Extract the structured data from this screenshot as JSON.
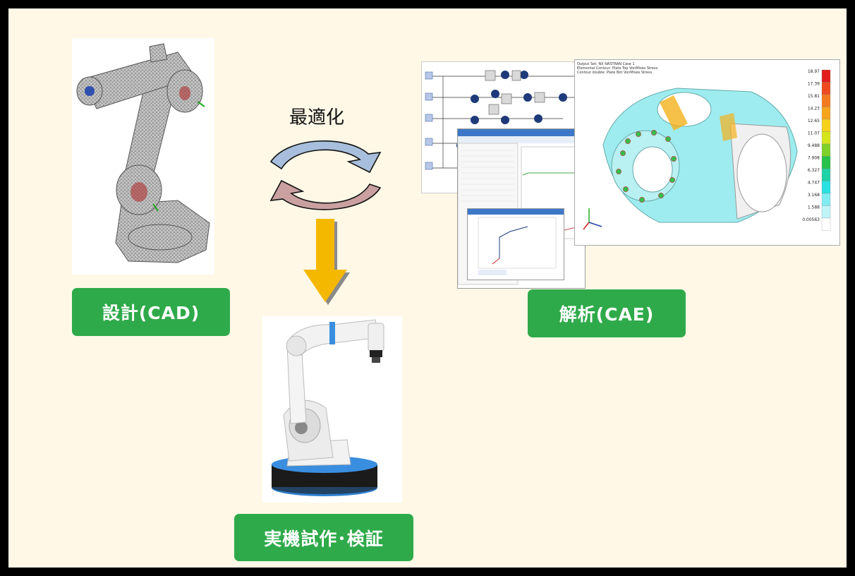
{
  "labels": {
    "design": "設計(CAD)",
    "analysis": "解析(CAE)",
    "prototype": "実機試作･検証",
    "cycle": "最適化"
  },
  "cae": {
    "header": [
      "Output Set: NX NASTRAN Case 1",
      "Elemental Contour: Plate Top VonMises Stress",
      "Contour double: Plate Bot VonMises Stress"
    ],
    "legend": [
      "18.97",
      "17.39",
      "15.81",
      "14.23",
      "12.65",
      "11.07",
      "9.488",
      "7.908",
      "6.327",
      "4.747",
      "3.168",
      "1.588",
      "0.00563"
    ],
    "legend_colors": [
      "#e11c1c",
      "#ef4a1f",
      "#f47a1f",
      "#f8a51d",
      "#f7d21b",
      "#d5e51c",
      "#7fd12a",
      "#26c24a",
      "#1fd2a6",
      "#28e2e2",
      "#7fecf0",
      "#bff5f8",
      "#ffffff"
    ]
  },
  "colors": {
    "frame": "#000000",
    "background": "#fff8e7",
    "label_green": "#2faa4a",
    "arrow_gold": "#f5b800",
    "cycle_blue": "#a7bedc",
    "cycle_rose": "#caa0a0"
  }
}
